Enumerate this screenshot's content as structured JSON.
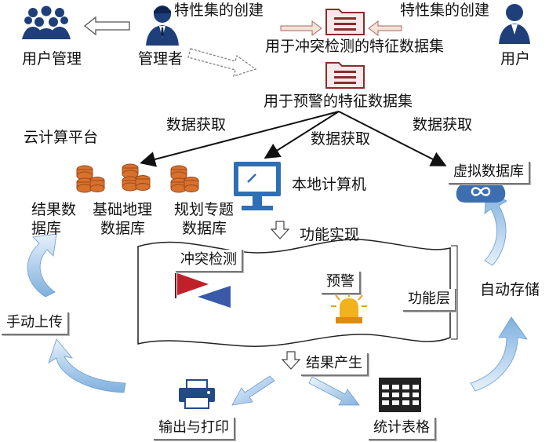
{
  "nodes": {
    "user_management": "用户管理",
    "administrator": "管理者",
    "user": "用户",
    "create_left": "特性集的创建",
    "create_right": "特性集的创建",
    "conflict_dataset": "用于冲突检测的特征数据集",
    "warning_dataset": "用于预警的特征数据集",
    "cloud_platform": "云计算平台",
    "data_fetch_left": "数据获取",
    "data_fetch_mid": "数据获取",
    "data_fetch_right": "数据获取",
    "result_db_line1": "结果数",
    "result_db_line2": "据库",
    "basic_geo_db_line1": "基础地理",
    "basic_geo_db_line2": "数据库",
    "planning_db_line1": "规划专题",
    "planning_db_line2": "数据库",
    "local_computer": "本地计算机",
    "virtual_db": "虚拟数据库",
    "function_impl": "功能实现",
    "conflict_detection": "冲突检测",
    "warning": "预警",
    "function_layer": "功能层",
    "auto_store": "自动存储",
    "manual_upload": "手动上传",
    "result_generated": "结果产生",
    "output_print": "输出与打印",
    "stat_table": "统计表格"
  },
  "icons": [
    "user-group-icon",
    "admin-icon",
    "user-icon",
    "folder-icon",
    "database-icon",
    "computer-icon",
    "cloud-icon",
    "flag-icon",
    "alarm-light-icon",
    "printer-icon",
    "table-icon"
  ],
  "colors": {
    "arrow_blue": "#9ec3e6",
    "folder_red": "#8b2c2c",
    "db_orange": "#d9712e",
    "computer_blue": "#2f6fb6",
    "cloud_blue": "#3d6eb0",
    "flag_red": "#c0202a",
    "flag_blue": "#3a5aa8"
  }
}
